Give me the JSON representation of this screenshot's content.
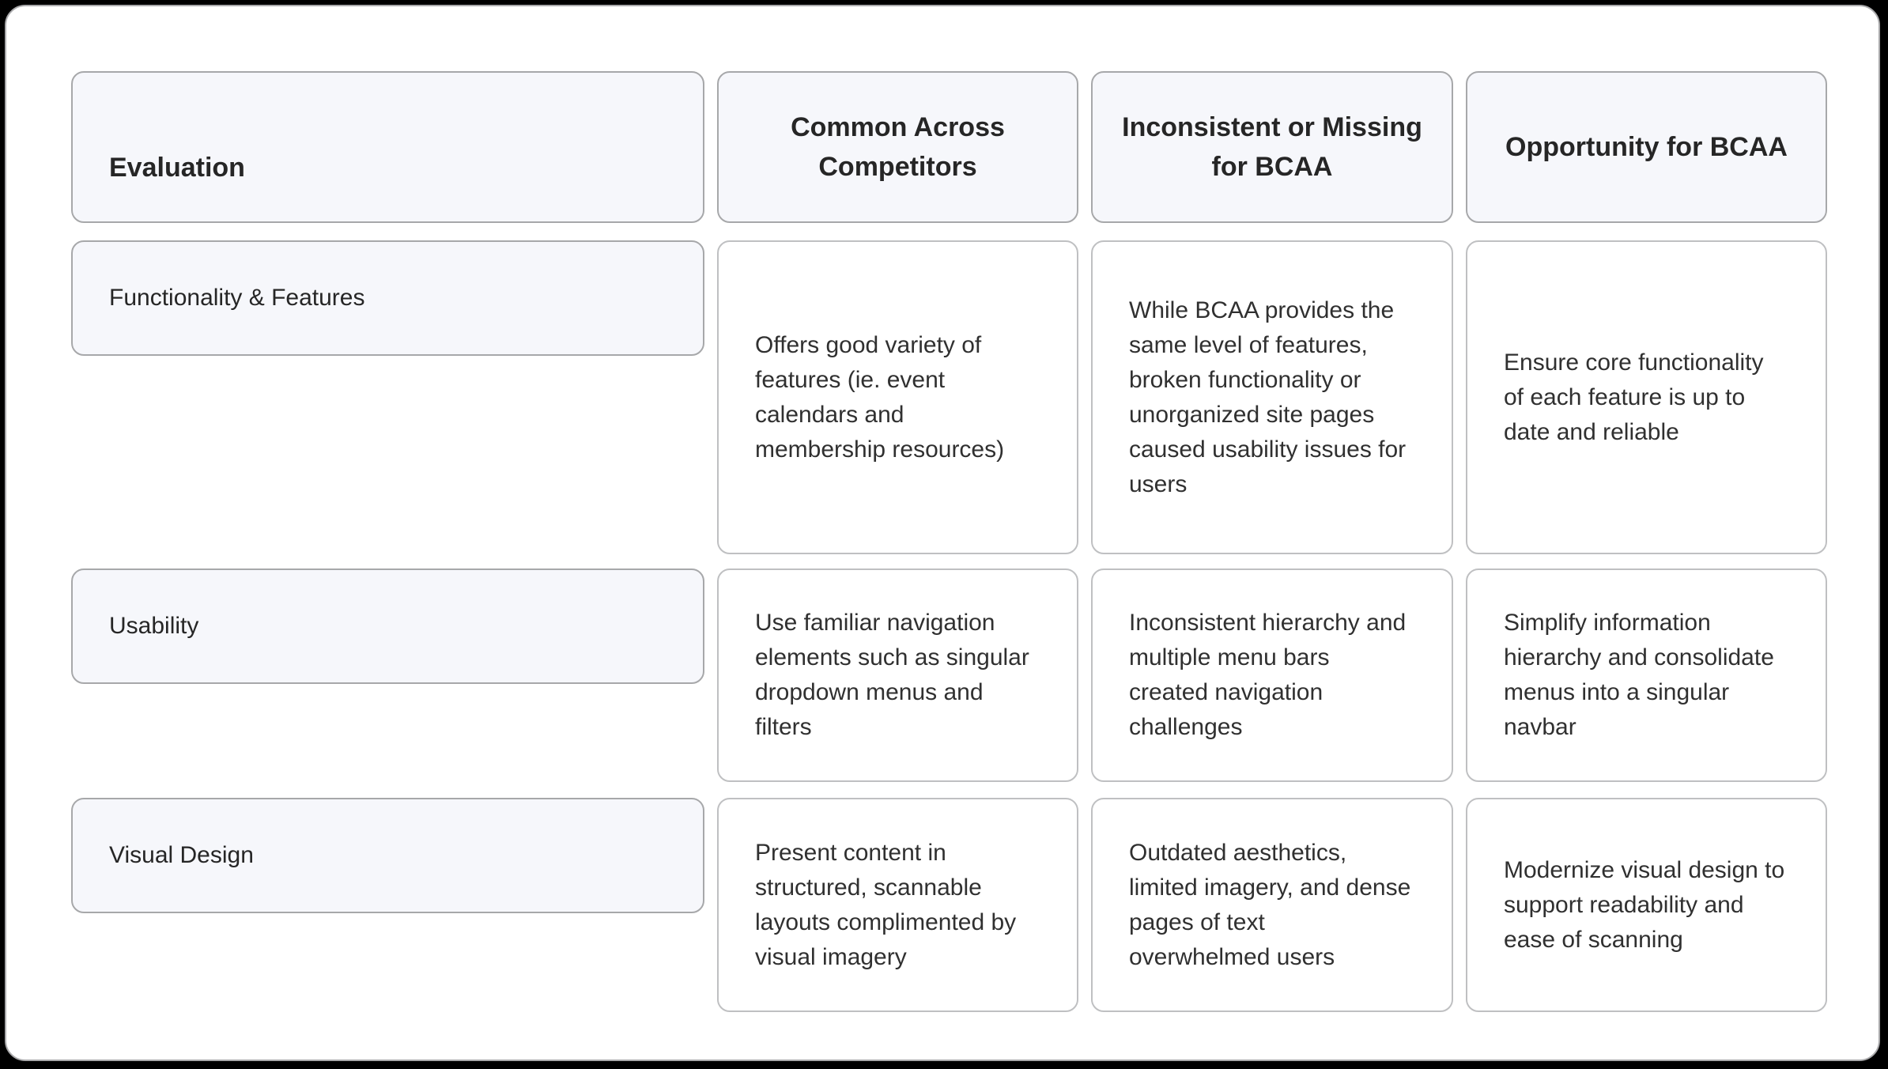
{
  "table": {
    "columns": [
      {
        "label": "Evaluation"
      },
      {
        "label": "Common Across Competitors"
      },
      {
        "label": "Inconsistent or Missing for BCAA"
      },
      {
        "label": "Opportunity for BCAA"
      }
    ],
    "rows": [
      {
        "label": "Functionality & Features",
        "cells": [
          "Offers good variety of features (ie. event calendars and membership resources)",
          "While BCAA provides the same level of features, broken functionality or unorganized site pages caused usability issues for users",
          "Ensure core functionality of each feature is up to date and reliable"
        ]
      },
      {
        "label": "Usability",
        "cells": [
          "Use familiar navigation elements such as singular dropdown menus and filters",
          "Inconsistent hierarchy and multiple menu bars created navigation challenges",
          "Simplify information hierarchy and consolidate menus into a singular navbar"
        ]
      },
      {
        "label": "Visual Design",
        "cells": [
          "Present content in structured, scannable layouts complimented by visual imagery",
          "Outdated aesthetics, limited imagery, and dense pages of text overwhelmed users",
          "Modernize visual design to support readability and ease of scanning"
        ]
      }
    ]
  },
  "colors": {
    "page_background": "#000000",
    "frame_background": "#ffffff",
    "frame_border": "#a9a9ab",
    "label_cell_background": "#f6f7fb",
    "label_cell_border": "#a7a8aa",
    "content_cell_border": "#bfc0c2",
    "header_text": "#262626",
    "body_text": "#303030"
  }
}
